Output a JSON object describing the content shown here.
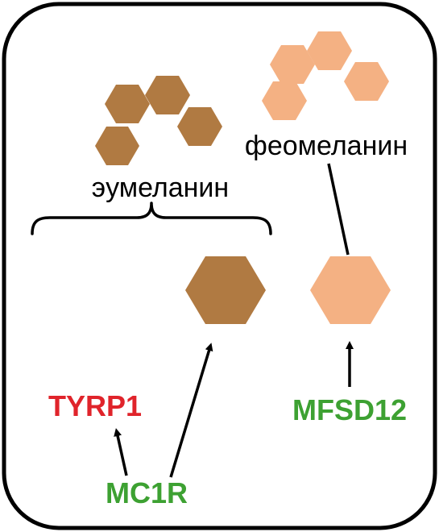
{
  "labels": {
    "eumelanin": "эумеланин",
    "pheomelanin": "феомеланин",
    "tyrp1": "TYRP1",
    "mc1r": "MC1R",
    "mfsd12": "MFSD12"
  },
  "colors": {
    "eumelanin_fill": "#B07A42",
    "pheomelanin_fill": "#F4B183",
    "tyrp1_text": "#E0242B",
    "green_text": "#3DA132",
    "outline": "#000000",
    "background": "#FFFFFF"
  },
  "shapes": {
    "monomer": "hexagon",
    "polymer": "chain-of-four-hexagons",
    "grouping": "curly-brace"
  }
}
